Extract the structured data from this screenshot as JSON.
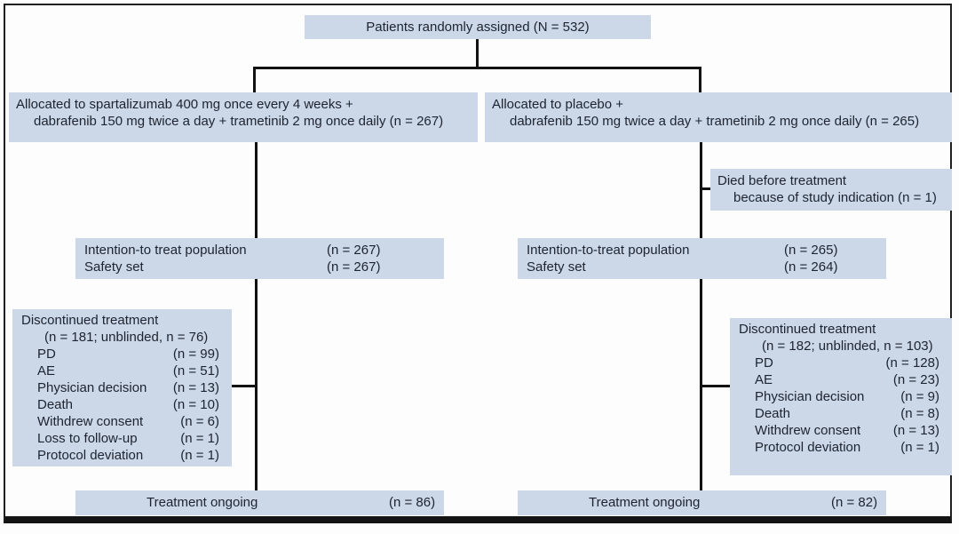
{
  "diagram": {
    "title_box": "Patients randomly assigned (N = 532)",
    "left_arm": {
      "allocation_line1": "Allocated to spartalizumab 400 mg once every 4 weeks +",
      "allocation_line2": "dabrafenib 150 mg twice a day + trametinib 2 mg once daily (n = 267)",
      "itt_rows": [
        {
          "label": "Intention-to treat population",
          "value": "(n = 267)"
        },
        {
          "label": "Safety set",
          "value": "(n = 267)"
        }
      ],
      "discontinued": {
        "title": "Discontinued treatment",
        "subtitle": "(n = 181; unblinded, n = 76)",
        "rows": [
          {
            "label": "PD",
            "value": "(n = 99)"
          },
          {
            "label": "AE",
            "value": "(n = 51)"
          },
          {
            "label": "Physician decision",
            "value": "(n = 13)"
          },
          {
            "label": "Death",
            "value": "(n = 10)"
          },
          {
            "label": "Withdrew consent",
            "value": "(n = 6)"
          },
          {
            "label": "Loss to follow-up",
            "value": "(n = 1)"
          },
          {
            "label": "Protocol deviation",
            "value": "(n = 1)"
          }
        ]
      },
      "ongoing": {
        "label": "Treatment ongoing",
        "value": "(n = 86)"
      }
    },
    "right_arm": {
      "allocation_line1": "Allocated to placebo +",
      "allocation_line2": "dabrafenib 150 mg twice a day + trametinib 2 mg once daily (n = 265)",
      "died_line1": "Died before treatment",
      "died_line2": "because of study indication (n = 1)",
      "itt_rows": [
        {
          "label": "Intention-to-treat population",
          "value": "(n = 265)"
        },
        {
          "label": "Safety set",
          "value": "(n = 264)"
        }
      ],
      "discontinued": {
        "title": "Discontinued treatment",
        "subtitle": "(n = 182; unblinded, n = 103)",
        "rows": [
          {
            "label": "PD",
            "value": "(n = 128)"
          },
          {
            "label": "AE",
            "value": "(n = 23)"
          },
          {
            "label": "Physician decision",
            "value": "(n = 9)"
          },
          {
            "label": "Death",
            "value": "(n = 8)"
          },
          {
            "label": "Withdrew consent",
            "value": "(n = 13)"
          },
          {
            "label": "Protocol deviation",
            "value": "(n = 1)"
          }
        ]
      },
      "ongoing": {
        "label": "Treatment ongoing",
        "value": "(n = 82)"
      }
    },
    "colors": {
      "box_fill": "#ccd8e7",
      "line": "#121212",
      "text": "#1d2330"
    }
  }
}
